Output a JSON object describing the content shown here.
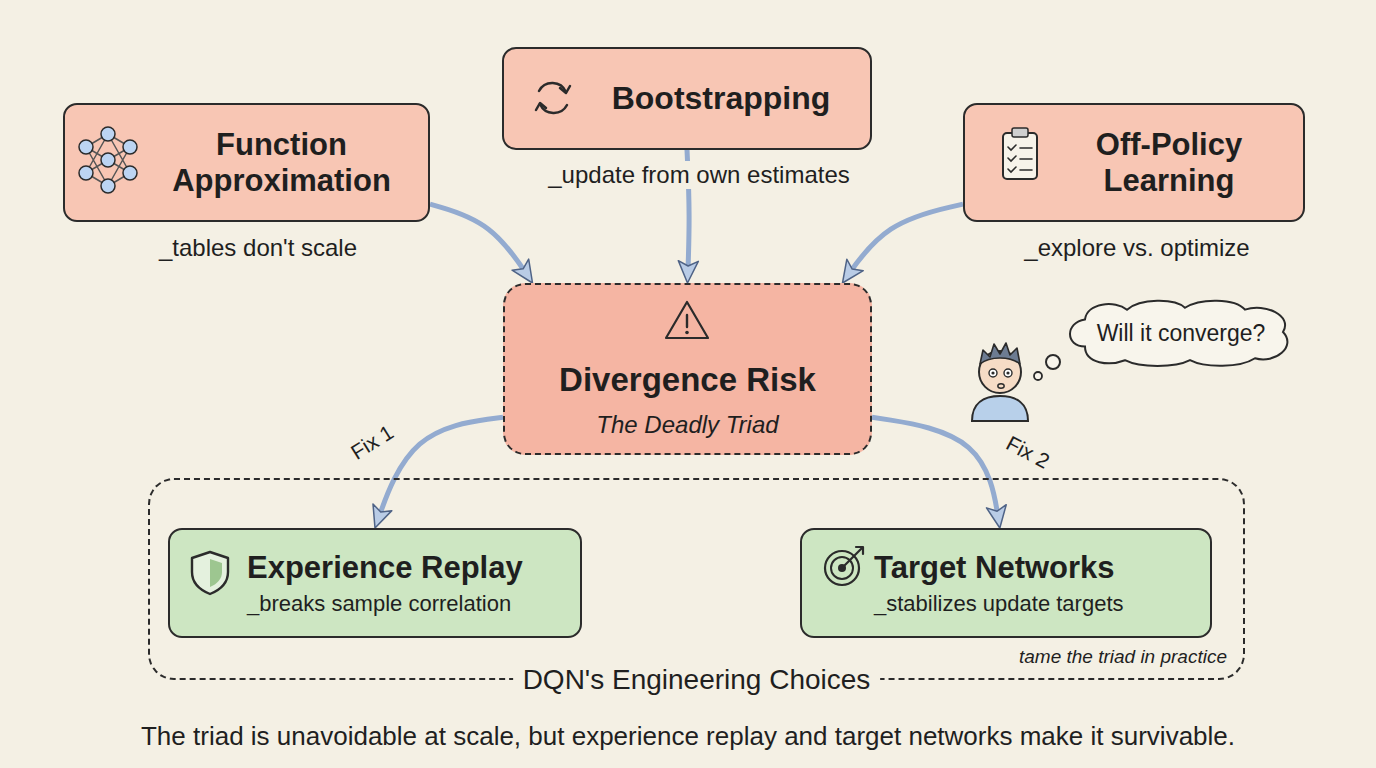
{
  "diagram": {
    "caption": "The triad is unavoidable at scale, but experience replay and target networks make it survivable.",
    "nodes": [
      {
        "text": [
          "Function Approximation",
          "_tables don't scale"
        ]
      },
      {
        "text": [
          "Bootstrapping",
          "_update from own estimates"
        ]
      },
      {
        "text": [
          "Off-Policy Learning",
          "_explore vs. optimize"
        ]
      },
      {
        "text": [
          "Divergence Risk",
          "The Deadly Triad"
        ]
      },
      {
        "text": [
          "Will it converge?"
        ]
      },
      {
        "text": [
          "DQN's Engineering Choices",
          "tame the triad in practice"
        ]
      },
      {
        "text": [
          "Experience Replay",
          "_breaks sample correlation"
        ],
        "in": 5
      },
      {
        "text": [
          "Target Networks",
          "_stabilizes update targets"
        ],
        "in": 5
      }
    ],
    "edges": [
      {
        "from": 0,
        "to": 3,
        "arrow": "to"
      },
      {
        "from": 1,
        "to": 3,
        "arrow": "to"
      },
      {
        "from": 2,
        "to": 3,
        "arrow": "to"
      },
      {
        "from": 3,
        "to": 6,
        "label": "Fix 1",
        "arrow": "to"
      },
      {
        "from": 3,
        "to": 7,
        "label": "Fix 2",
        "arrow": "to"
      }
    ]
  }
}
